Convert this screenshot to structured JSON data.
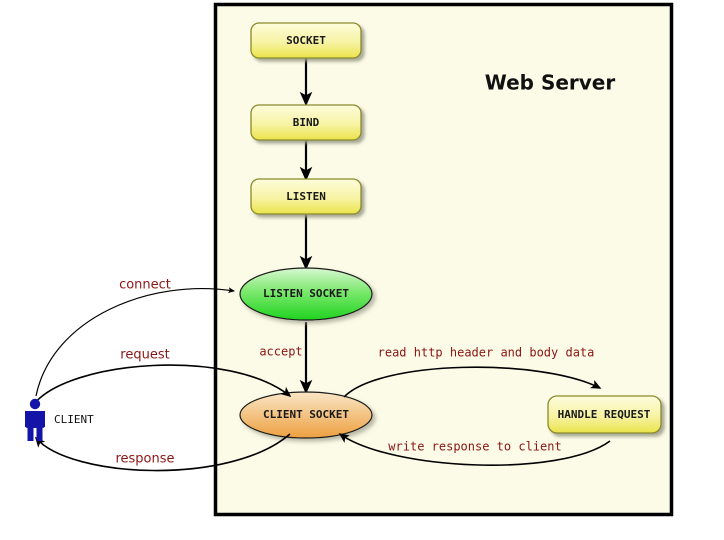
{
  "diagram": {
    "title": "Web Server",
    "panel": {
      "background_color": "#fbfbe7",
      "border_color": "#000000"
    },
    "nodes": [
      {
        "id": "socket",
        "label": "SOCKET",
        "shape": "rounded-rect",
        "fill": "#f2ef8a"
      },
      {
        "id": "bind",
        "label": "BIND",
        "shape": "rounded-rect",
        "fill": "#f2ef8a"
      },
      {
        "id": "listen",
        "label": "LISTEN",
        "shape": "rounded-rect",
        "fill": "#f2ef8a"
      },
      {
        "id": "listen_socket",
        "label": "LISTEN SOCKET",
        "shape": "ellipse",
        "fill": "#3ddb3d"
      },
      {
        "id": "client_socket",
        "label": "CLIENT SOCKET",
        "shape": "ellipse",
        "fill": "#efab52"
      },
      {
        "id": "handle_request",
        "label": "HANDLE REQUEST",
        "shape": "rounded-rect",
        "fill": "#f2ef8a"
      }
    ],
    "actor": {
      "id": "client",
      "label": "CLIENT",
      "icon": "person-icon",
      "color": "#1414a8"
    },
    "edges": [
      {
        "id": "socket-bind",
        "label": ""
      },
      {
        "id": "bind-listen",
        "label": ""
      },
      {
        "id": "listen-listen_socket",
        "label": ""
      },
      {
        "id": "accept",
        "label": "accept"
      },
      {
        "id": "connect",
        "label": "connect"
      },
      {
        "id": "request",
        "label": "request"
      },
      {
        "id": "response",
        "label": "response"
      },
      {
        "id": "read-request",
        "label": "read http header and body data"
      },
      {
        "id": "write-response",
        "label": "write response to client"
      }
    ],
    "label_color": "#8a1515"
  }
}
